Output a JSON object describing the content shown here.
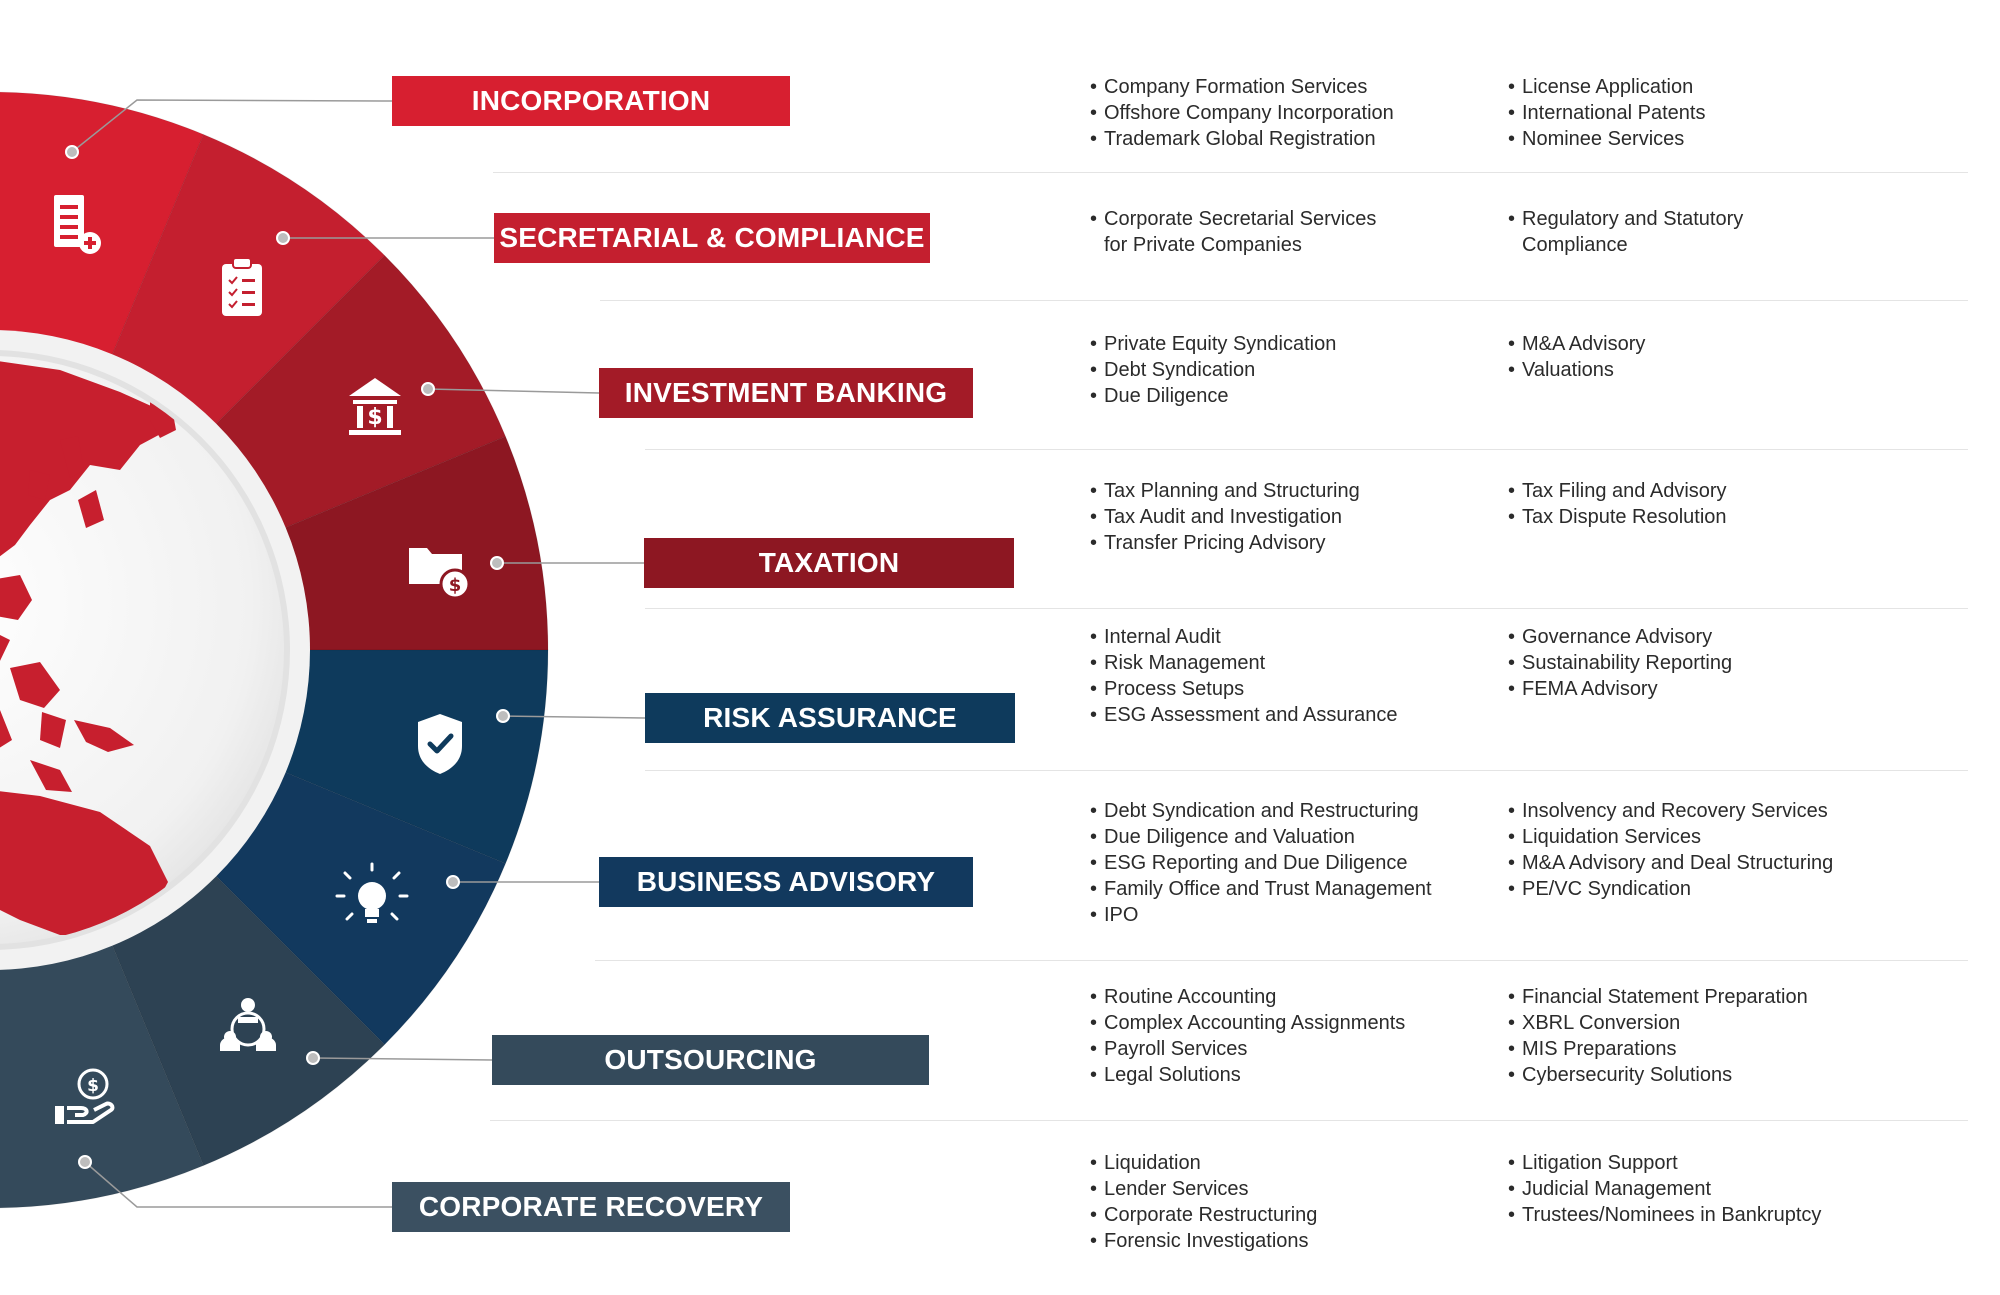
{
  "colors": {
    "red_1": "#d71f30",
    "red_2": "#c41f2f",
    "red_3": "#a31b27",
    "red_4": "#8d1722",
    "red_5": "#7a141e",
    "navy_1": "#0e3a5c",
    "navy_2": "#12395e",
    "slate_1": "#2d4253",
    "slate_2": "#344a5b",
    "slate_3": "#3b5061",
    "separator": "#e4e4e4",
    "text": "#2b2b2b"
  },
  "services": [
    {
      "title": "INCORPORATION",
      "icon": "building-plus-icon",
      "color": "#d71f30",
      "col1": [
        "Company Formation Services",
        "Offshore Company Incorporation",
        "Trademark Global Registration"
      ],
      "col2": [
        "License Application",
        "International Patents",
        "Nominee Services"
      ]
    },
    {
      "title": "SECRETARIAL & COMPLIANCE",
      "icon": "clipboard-checklist-icon",
      "color": "#c41f2f",
      "col1": [
        "Corporate Secretarial Services\nfor Private Companies"
      ],
      "col2": [
        " Regulatory and Statutory\n Compliance"
      ]
    },
    {
      "title": "INVESTMENT BANKING",
      "icon": "bank-dollar-icon",
      "color": "#a31b27",
      "col1": [
        "Private Equity Syndication",
        "Debt Syndication",
        "Due Diligence"
      ],
      "col2": [
        "M&A Advisory",
        "Valuations"
      ]
    },
    {
      "title": "TAXATION",
      "icon": "folder-dollar-icon",
      "color": "#8d1722",
      "col1": [
        "Tax Planning and Structuring",
        "Tax Audit and Investigation",
        "Transfer Pricing Advisory"
      ],
      "col2": [
        "Tax Filing and Advisory",
        "Tax Dispute Resolution"
      ]
    },
    {
      "title": "RISK ASSURANCE",
      "icon": "shield-check-icon",
      "color": "#0e3a5c",
      "col1": [
        "Internal Audit",
        "Risk Management",
        "Process Setups",
        "ESG Assessment and Assurance"
      ],
      "col2": [
        "Governance Advisory",
        "Sustainability Reporting",
        "FEMA Advisory"
      ]
    },
    {
      "title": "BUSINESS ADVISORY",
      "icon": "lightbulb-icon",
      "color": "#12395e",
      "col1": [
        "Debt Syndication and Restructuring",
        "Due Diligence and Valuation",
        "ESG Reporting and Due Diligence",
        "Family Office and Trust Management",
        "IPO"
      ],
      "col2": [
        "Insolvency and Recovery Services",
        "Liquidation Services",
        "M&A Advisory and Deal Structuring",
        "PE/VC Syndication"
      ]
    },
    {
      "title": "OUTSOURCING",
      "icon": "team-network-icon",
      "color": "#344a5b",
      "col1": [
        "Routine Accounting",
        "Complex Accounting Assignments",
        "Payroll Services",
        "Legal Solutions"
      ],
      "col2": [
        "Financial Statement Preparation",
        "XBRL Conversion",
        "MIS Preparations",
        "Cybersecurity Solutions"
      ]
    },
    {
      "title": "CORPORATE RECOVERY",
      "icon": "hand-coin-icon",
      "color": "#3b5061",
      "col1": [
        "Liquidation",
        "Lender Services",
        "Corporate Restructuring",
        "Forensic Investigations"
      ],
      "col2": [
        "Litigation Support",
        "Judicial Management",
        "Trustees/Nominees in Bankruptcy"
      ]
    }
  ]
}
